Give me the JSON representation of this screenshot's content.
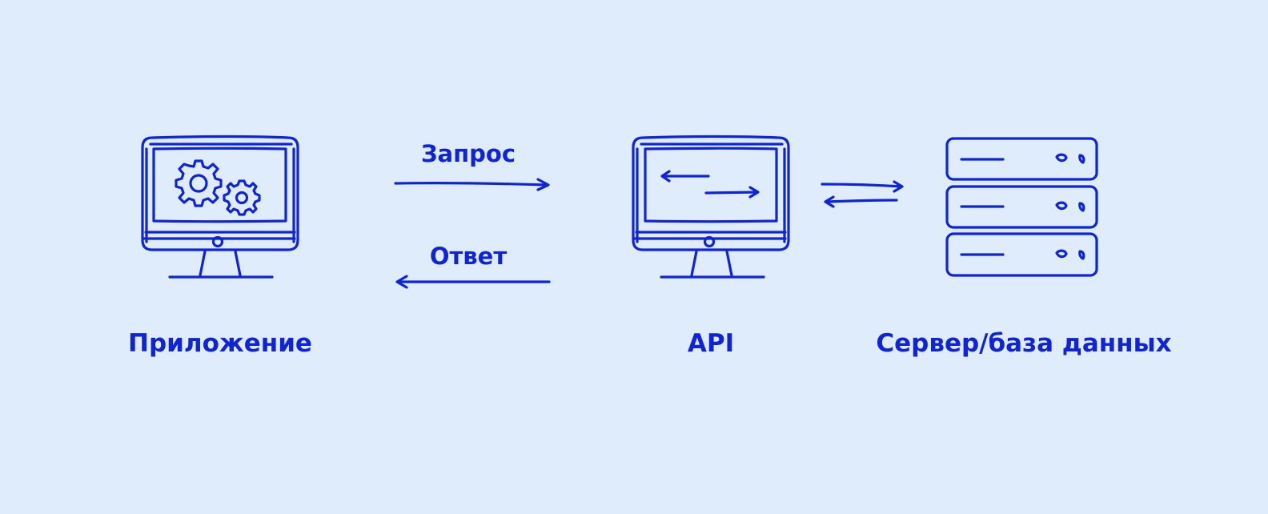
{
  "colors": {
    "background": "#dfecfc",
    "ink": "#0f24d8"
  },
  "nodes": {
    "app": {
      "label": "Приложение",
      "icon": "monitor-gears-icon"
    },
    "api": {
      "label": "API",
      "icon": "monitor-arrows-icon"
    },
    "server": {
      "label": "Сервер/база данных",
      "icon": "server-stack-icon"
    }
  },
  "arrows": {
    "request": {
      "label": "Запрос",
      "icon": "arrow-right-icon"
    },
    "response": {
      "label": "Ответ",
      "icon": "arrow-left-icon"
    },
    "exchange": {
      "icon": "bidirectional-arrows-icon"
    }
  }
}
